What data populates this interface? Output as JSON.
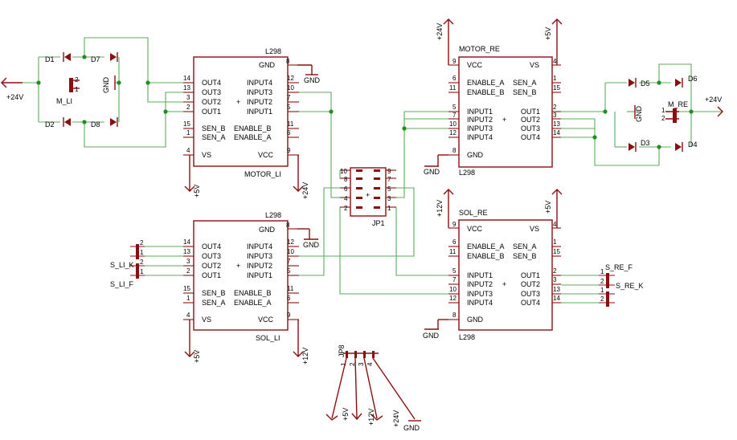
{
  "power": {
    "v24_left": "+24V",
    "v5_motor_li": "+5V",
    "v24_motor_li": "+24V",
    "gnd_motor_li": "GND",
    "gnd_bridge_left": "GND",
    "v24_motor_re": "+24V",
    "v5_motor_re": "+5V",
    "gnd_motor_re": "GND",
    "gnd_bridge_right": "GND",
    "v24_right": "+24V",
    "v12_sol_re": "+12V",
    "v5_sol_re": "+5V",
    "gnd_sol_re": "GND",
    "gnd_sol_li": "GND",
    "v5_sol_li": "+5V",
    "v12_sol_li": "+12V"
  },
  "diodes": {
    "d1": "D1",
    "d2": "D2",
    "d3": "D3",
    "d4": "D4",
    "d5": "D5",
    "d6": "D6",
    "d7": "D7",
    "d8": "D8"
  },
  "connectors": {
    "m_li": "M_LI",
    "m_li_pin1": "1",
    "m_li_pin2": "2",
    "m_re": "M_RE",
    "m_re_pin1": "1",
    "m_re_pin2": "2",
    "s_li_k": "S_LI_K",
    "s_li_f": "S_LI_F",
    "s_li_pin_a2": "2",
    "s_li_pin_a1": "1",
    "s_li_pin_b2": "2",
    "s_li_pin_b1": "1",
    "s_re_f": "S_RE_F",
    "s_re_k": "S_RE_K",
    "s_re_pin_a1": "1",
    "s_re_pin_a2": "2",
    "s_re_pin_b1": "1",
    "s_re_pin_b2": "2"
  },
  "ics": {
    "motor_li": {
      "part": "L298",
      "name": "MOTOR_LI",
      "gnd": "GND",
      "out4": "OUT4",
      "out3": "OUT3",
      "out2": "OUT2",
      "out1": "OUT1",
      "sen_b": "SEN_B",
      "sen_a": "SEN_A",
      "vs": "VS",
      "input4": "INPUT4",
      "input3": "INPUT3",
      "input2": "INPUT2",
      "input1": "INPUT1",
      "enable_b": "ENABLE_B",
      "enable_a": "ENABLE_A",
      "vcc": "VCC",
      "origin": "+",
      "pins": {
        "p8": "8",
        "p14": "14",
        "p13": "13",
        "p3": "3",
        "p2": "2",
        "p15": "15",
        "p1": "1",
        "p4": "4",
        "p12": "12",
        "p10": "10",
        "p7": "7",
        "p5": "5",
        "p11": "11",
        "p6": "6",
        "p9": "9"
      }
    },
    "sol_li": {
      "part": "L298",
      "name": "SOL_LI",
      "gnd": "GND",
      "out4": "OUT4",
      "out3": "OUT3",
      "out2": "OUT2",
      "out1": "OUT1",
      "sen_b": "SEN_B",
      "sen_a": "SEN_A",
      "vs": "VS",
      "input4": "INPUT4",
      "input3": "INPUT3",
      "input2": "INPUT2",
      "input1": "INPUT1",
      "enable_b": "ENABLE_B",
      "enable_a": "ENABLE_A",
      "vcc": "VCC",
      "origin": "+",
      "pins": {
        "p8": "8",
        "p14": "14",
        "p13": "13",
        "p3": "3",
        "p2": "2",
        "p15": "15",
        "p1": "1",
        "p4": "4",
        "p12": "12",
        "p10": "10",
        "p7": "7",
        "p5": "5",
        "p11": "11",
        "p6": "6",
        "p9": "9"
      }
    },
    "motor_re": {
      "part": "L298",
      "name": "MOTOR_RE",
      "vcc": "VCC",
      "vs": "VS",
      "gnd": "GND",
      "enable_a": "ENABLE_A",
      "enable_b": "ENABLE_B",
      "input1": "INPUT1",
      "input2": "INPUT2",
      "input3": "INPUT3",
      "input4": "INPUT4",
      "sen_a": "SEN_A",
      "sen_b": "SEN_B",
      "out1": "OUT1",
      "out2": "OUT2",
      "out3": "OUT3",
      "out4": "OUT4",
      "origin": "+",
      "pins": {
        "p9": "9",
        "p4": "4",
        "p6": "6",
        "p11": "11",
        "p5": "5",
        "p7": "7",
        "p10": "10",
        "p12": "12",
        "p8": "8",
        "p1": "1",
        "p15": "15",
        "p2": "2",
        "p3": "3",
        "p13": "13",
        "p14": "14"
      }
    },
    "sol_re": {
      "part": "L298",
      "name": "SOL_RE",
      "vcc": "VCC",
      "vs": "VS",
      "gnd": "GND",
      "enable_a": "ENABLE_A",
      "enable_b": "ENABLE_B",
      "input1": "INPUT1",
      "input2": "INPUT2",
      "input3": "INPUT3",
      "input4": "INPUT4",
      "sen_a": "SEN_A",
      "sen_b": "SEN_B",
      "out1": "OUT1",
      "out2": "OUT2",
      "out3": "OUT3",
      "out4": "OUT4",
      "origin": "+",
      "pins": {
        "p9": "9",
        "p4": "4",
        "p6": "6",
        "p11": "11",
        "p5": "5",
        "p7": "7",
        "p10": "10",
        "p12": "12",
        "p8": "8",
        "p1": "1",
        "p15": "15",
        "p2": "2",
        "p3": "3",
        "p13": "13",
        "p14": "14"
      }
    }
  },
  "jp1": {
    "name": "JP1",
    "origin": "+",
    "pins": {
      "p10": "10",
      "p8": "8",
      "p6": "6",
      "p4": "4",
      "p2": "2",
      "p9": "9",
      "p7": "7",
      "p5": "5",
      "p3": "3",
      "p1": "1"
    }
  },
  "jp8": {
    "name": "JP8",
    "pins": {
      "p1": "1",
      "p2": "2",
      "p3": "3",
      "p4": "4"
    },
    "v5": "+5V",
    "v12": "+12V",
    "v24": "+24V",
    "gnd": "GND"
  }
}
